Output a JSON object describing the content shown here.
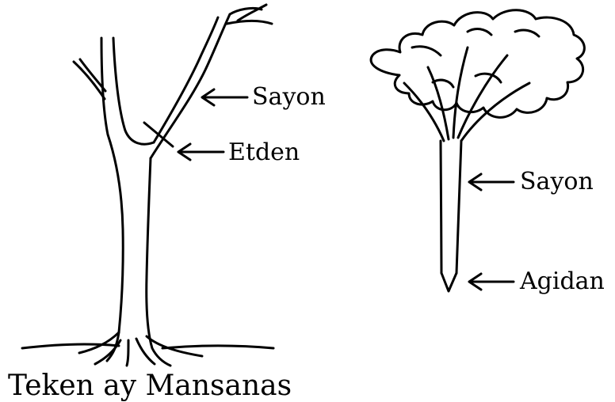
{
  "left_diagram": {
    "labels": {
      "branch": "Sayon",
      "cut_point": "Etden"
    },
    "caption": "Teken ay Mansanas"
  },
  "right_diagram": {
    "labels": {
      "trunk": "Sayon",
      "base": "Agidan"
    }
  },
  "colors": {
    "ink": "#000000",
    "background": "#ffffff"
  }
}
